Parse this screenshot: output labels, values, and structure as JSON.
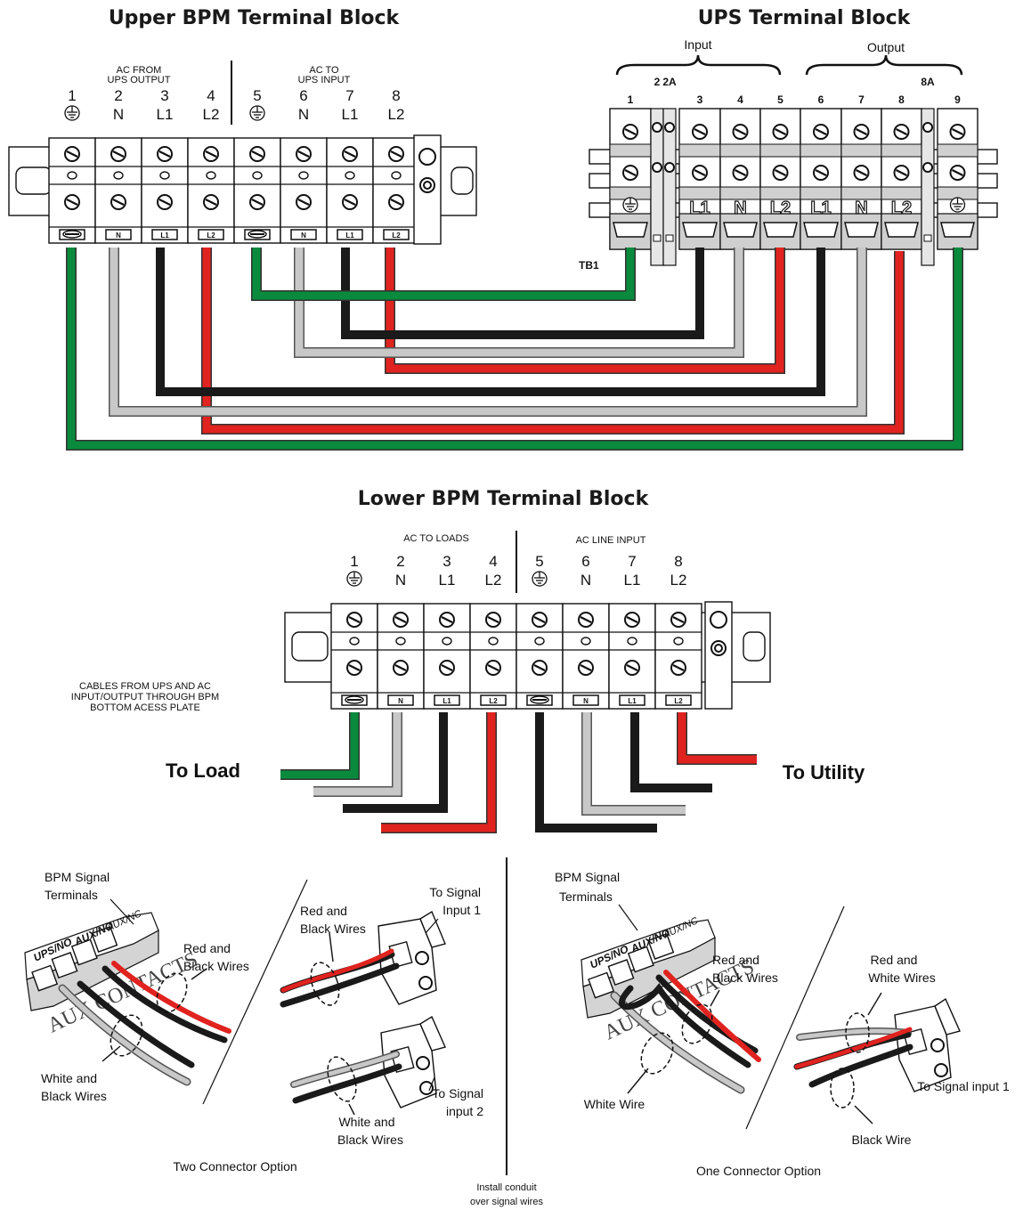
{
  "titles": {
    "upper": "Upper BPM Terminal Block",
    "ups": "UPS Terminal Block",
    "lower": "Lower BPM Terminal Block"
  },
  "upper_block": {
    "group_left": [
      "AC FROM",
      "UPS OUTPUT"
    ],
    "group_right": [
      "AC TO",
      "UPS INPUT"
    ],
    "terminals": [
      {
        "num": "1",
        "label": "ground-symbol",
        "tag": "ground"
      },
      {
        "num": "2",
        "label": "N",
        "tag": "N"
      },
      {
        "num": "3",
        "label": "L1",
        "tag": "L1"
      },
      {
        "num": "4",
        "label": "L2",
        "tag": "L2"
      },
      {
        "num": "5",
        "label": "ground-symbol",
        "tag": "ground"
      },
      {
        "num": "6",
        "label": "N",
        "tag": "N"
      },
      {
        "num": "7",
        "label": "L1",
        "tag": "L1"
      },
      {
        "num": "8",
        "label": "L2",
        "tag": "L2"
      }
    ]
  },
  "ups_block": {
    "input_label": "Input",
    "output_label": "Output",
    "tb_label": "TB1",
    "terminals": [
      {
        "num": "1",
        "label": "ground-symbol"
      },
      {
        "num": "2",
        "label": ""
      },
      {
        "num": "2A",
        "label": ""
      },
      {
        "num": "3",
        "label": "L1"
      },
      {
        "num": "4",
        "label": "N"
      },
      {
        "num": "5",
        "label": "L2"
      },
      {
        "num": "6",
        "label": "L1"
      },
      {
        "num": "7",
        "label": "N"
      },
      {
        "num": "8",
        "label": "L2"
      },
      {
        "num": "8A",
        "label": ""
      },
      {
        "num": "9",
        "label": "ground-symbol"
      }
    ]
  },
  "lower_block": {
    "group_left": "AC TO LOADS",
    "group_right": "AC LINE INPUT",
    "terminals": [
      {
        "num": "1",
        "label": "ground-symbol"
      },
      {
        "num": "2",
        "label": "N"
      },
      {
        "num": "3",
        "label": "L1"
      },
      {
        "num": "4",
        "label": "L2"
      },
      {
        "num": "5",
        "label": "ground-symbol"
      },
      {
        "num": "6",
        "label": "N"
      },
      {
        "num": "7",
        "label": "L1"
      },
      {
        "num": "8",
        "label": "L2"
      }
    ],
    "cables_note": [
      "CABLES FROM UPS AND AC",
      "INPUT/OUTPUT THROUGH BPM",
      "BOTTOM ACESS PLATE"
    ],
    "to_load": "To Load",
    "to_utility": "To Utility"
  },
  "signal": {
    "left_title": [
      "BPM Signal",
      "Terminals"
    ],
    "left_red_black_1": [
      "Red and",
      "Black Wires"
    ],
    "left_white_black": [
      "White and",
      "Black Wires"
    ],
    "left_red_black_2": [
      "Red and",
      "Black Wires"
    ],
    "to_signal_input_1": [
      "To Signal",
      "Input 1"
    ],
    "left_white_black_2": [
      "White and",
      "Black Wires"
    ],
    "to_signal_input_2": [
      "To Signal",
      "input 2"
    ],
    "two_connector": "Two Connector Option",
    "conduit_note": [
      "Install conduit",
      "over signal wires"
    ],
    "right_title": [
      "BPM Signal",
      "Terminals"
    ],
    "right_red_black": [
      "Red and",
      "Black Wires"
    ],
    "right_white_wire": "White Wire",
    "right_red_white": [
      "Red and",
      "White Wires"
    ],
    "to_signal_input_1_b": "To Signal input 1",
    "black_wire": "Black Wire",
    "one_connector": "One Connector Option",
    "term_tags": [
      "UPS/NO",
      "AUX/NO",
      "AUX/NC"
    ],
    "contacts_text": "AUX CONTACTS"
  },
  "colors": {
    "green": "#0a8a3c",
    "red": "#e0231f",
    "black": "#1a1a1a",
    "gray": "#c8c8c8"
  }
}
